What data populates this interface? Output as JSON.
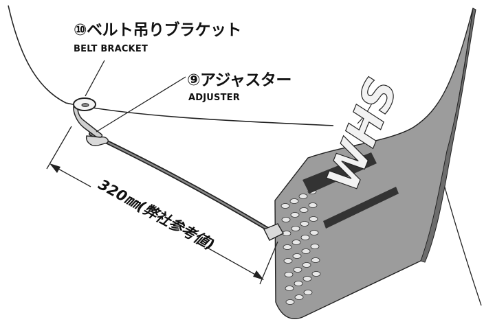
{
  "labels": {
    "belt_bracket_jp": "⑩ベルト吊りブラケット",
    "belt_bracket_en": "BELT BRACKET",
    "adjuster_jp": "⑨アジャスター",
    "adjuster_en": "ADJUSTER",
    "dimension": "320㎜(弊社参考値)"
  },
  "flap_logo": "WHS"
}
